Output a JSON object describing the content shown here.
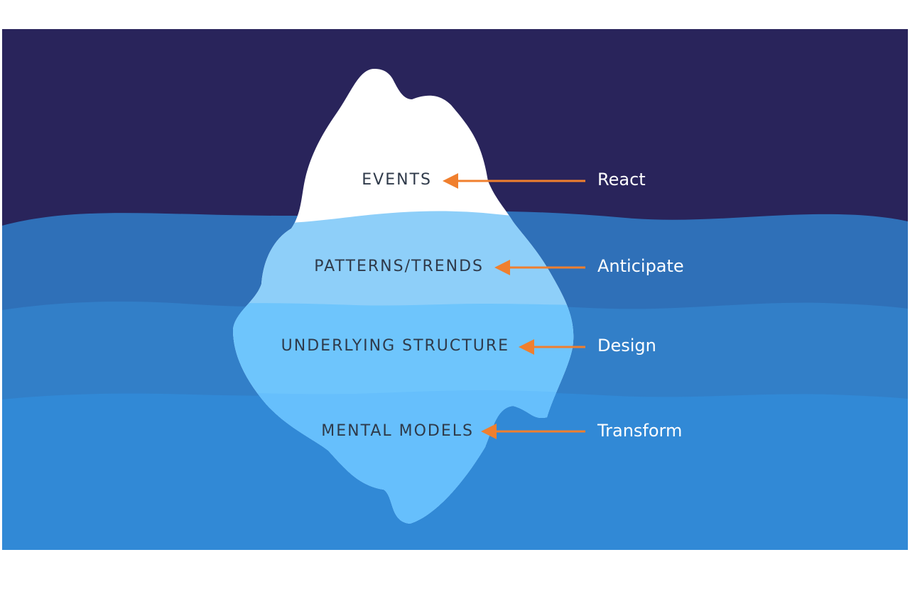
{
  "colors": {
    "sky": "#29245b",
    "band_top": "#2f70b8",
    "band_middle": "#327fc8",
    "band_bottom": "#3189d6",
    "ice_above": "#ffffff",
    "ice_light": "#8ecff9",
    "ice_mid": "#6ec5fc",
    "ice_deep": "#66bffc",
    "arrow": "#f07f2e",
    "level_text": "#2f3a4a",
    "action_text": "#ffffff"
  },
  "levels": [
    {
      "label": "EVENTS",
      "action": "React"
    },
    {
      "label": "PATTERNS/TRENDS",
      "action": "Anticipate"
    },
    {
      "label": "UNDERLYING STRUCTURE",
      "action": "Design"
    },
    {
      "label": "MENTAL MODELS",
      "action": "Transform"
    }
  ]
}
